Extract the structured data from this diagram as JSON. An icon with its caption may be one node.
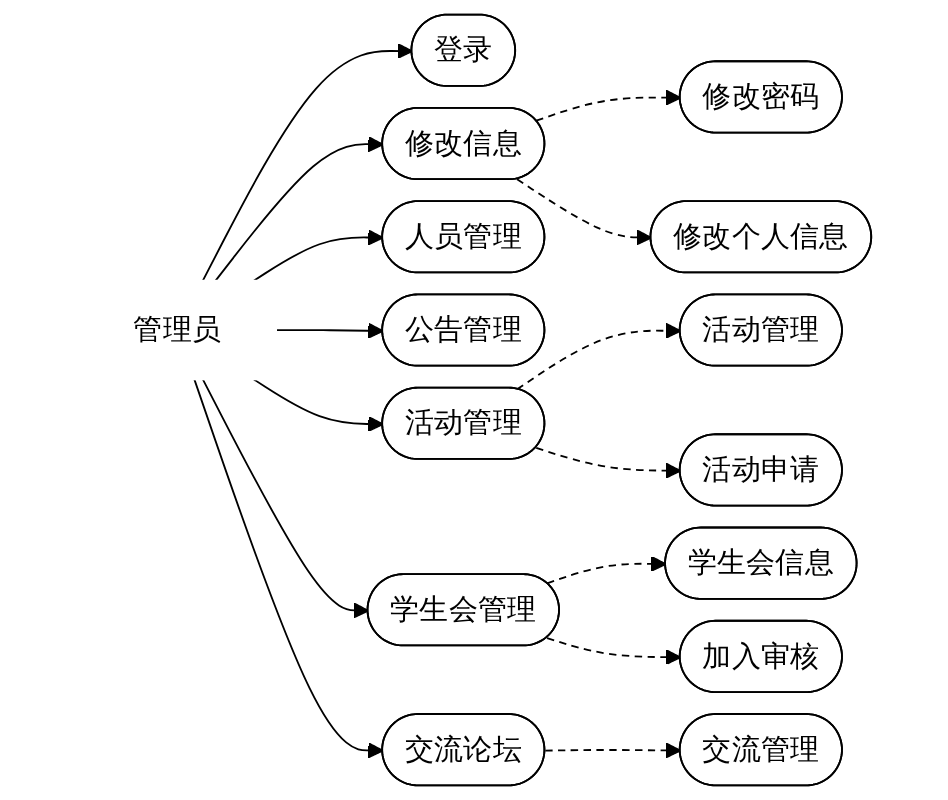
{
  "diagram": {
    "nodes": [
      {
        "text": [
          "管理员"
        ]
      },
      {
        "text": [
          "登录"
        ]
      },
      {
        "text": [
          "修改信息"
        ]
      },
      {
        "text": [
          "修改密码"
        ]
      },
      {
        "text": [
          "修改个人信息"
        ]
      },
      {
        "text": [
          "人员管理"
        ]
      },
      {
        "text": [
          "公告管理"
        ]
      },
      {
        "text": [
          "活动管理"
        ]
      },
      {
        "text": [
          "活动管理"
        ]
      },
      {
        "text": [
          "活动申请"
        ]
      },
      {
        "text": [
          "学生会管理"
        ]
      },
      {
        "text": [
          "学生会信息"
        ]
      },
      {
        "text": [
          "加入审核"
        ]
      },
      {
        "text": [
          "交流论坛"
        ]
      },
      {
        "text": [
          "交流管理"
        ]
      }
    ],
    "edges": [
      {
        "from": 0,
        "to": 1,
        "arrow": "to"
      },
      {
        "from": 0,
        "to": 2,
        "arrow": "to"
      },
      {
        "from": 0,
        "to": 5,
        "arrow": "to"
      },
      {
        "from": 0,
        "to": 6,
        "arrow": "to"
      },
      {
        "from": 0,
        "to": 7,
        "arrow": "to"
      },
      {
        "from": 0,
        "to": 10,
        "arrow": "to"
      },
      {
        "from": 0,
        "to": 13,
        "arrow": "to"
      },
      {
        "from": 2,
        "to": 3,
        "arrow": "to",
        "style": "dashed"
      },
      {
        "from": 2,
        "to": 4,
        "arrow": "to",
        "style": "dashed"
      },
      {
        "from": 7,
        "to": 8,
        "arrow": "to",
        "style": "dashed"
      },
      {
        "from": 7,
        "to": 9,
        "arrow": "to",
        "style": "dashed"
      },
      {
        "from": 10,
        "to": 11,
        "arrow": "to",
        "style": "dashed"
      },
      {
        "from": 10,
        "to": 12,
        "arrow": "to",
        "style": "dashed"
      },
      {
        "from": 13,
        "to": 14,
        "arrow": "to",
        "style": "dashed"
      }
    ]
  }
}
